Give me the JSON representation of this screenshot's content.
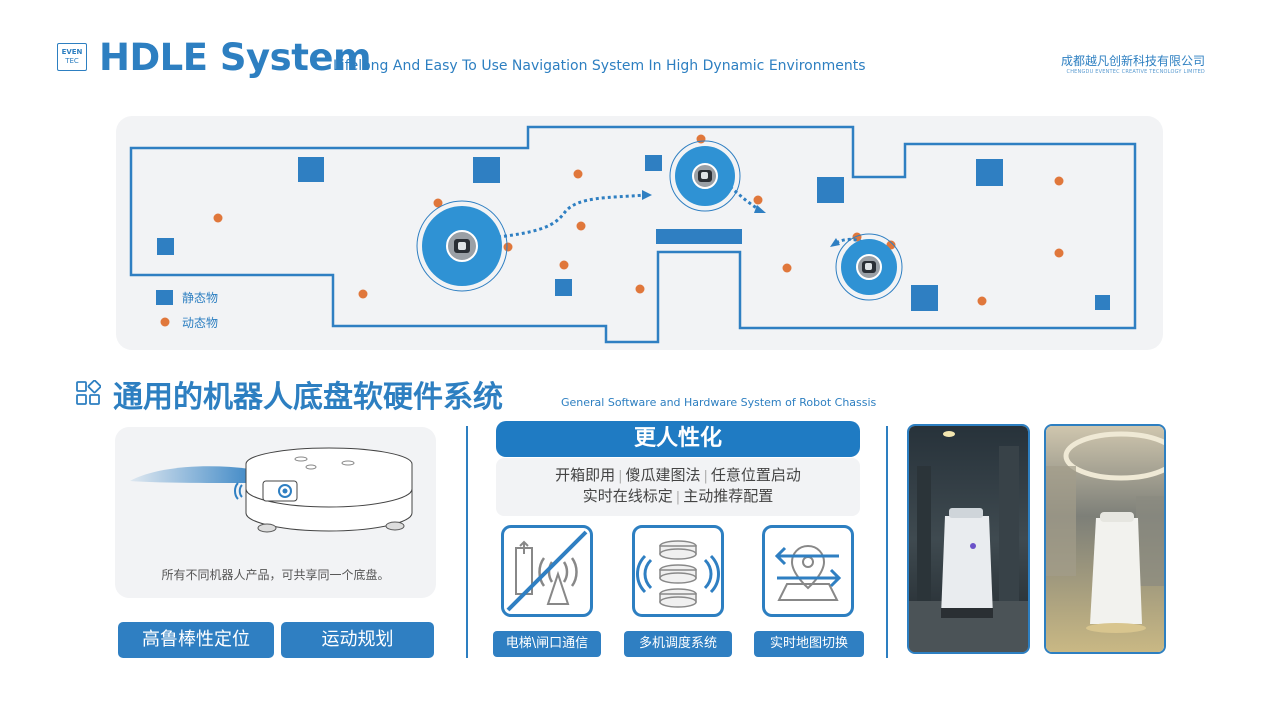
{
  "header": {
    "logo_top": "EVEN",
    "logo_bottom": "TEC",
    "title": "HDLE System",
    "subtitle": "Lifelong And Easy To Use Navigation System In High Dynamic Environments",
    "company_cn": "成都越凡创新科技有限公司",
    "company_en": "CHENGDU EVENTEC CREATIVE TECNOLOGY LIMITED"
  },
  "map": {
    "legend": [
      {
        "label": "静态物",
        "color": "#2f7fc2",
        "shape": "square"
      },
      {
        "label": "动态物",
        "color": "#e0773b",
        "shape": "circle"
      }
    ]
  },
  "section": {
    "title": "通用的机器人底盘软硬件系统",
    "subtitle": "General Software and Hardware System of Robot Chassis"
  },
  "robot_card": {
    "caption": "所有不同机器人产品，可共享同一个底盘。"
  },
  "buttons": {
    "robustness": "高鲁棒性定位",
    "motion": "运动规划"
  },
  "human": {
    "title": "更人性化",
    "row1": [
      "开箱即用",
      "傻瓜建图法",
      "任意位置启动"
    ],
    "row2": [
      "实时在线标定",
      "主动推荐配置"
    ]
  },
  "features": [
    {
      "label": "电梯\\闸口通信",
      "icon": "elevator-gate-icon"
    },
    {
      "label": "多机调度系统",
      "icon": "multi-robot-icon"
    },
    {
      "label": "实时地图切换",
      "icon": "map-switch-icon"
    }
  ],
  "colors": {
    "primary": "#2d7fc1",
    "accent": "#e0773b",
    "panel": "#f2f3f5"
  }
}
